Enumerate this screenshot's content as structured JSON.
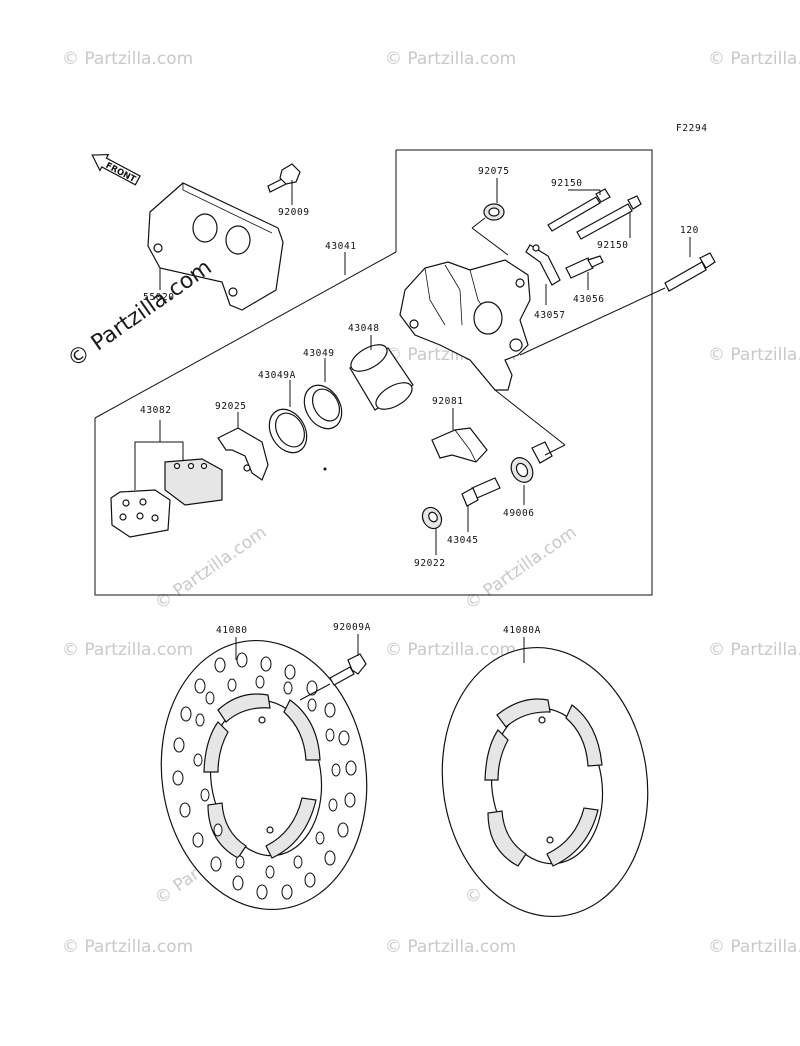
{
  "diagram_code": "F2294",
  "watermark": "© Partzilla.com",
  "front_arrow_label": "FRONT",
  "labels": {
    "p92075": "92075",
    "p92150a": "92150",
    "p92150b": "92150",
    "p120": "120",
    "p92009": "92009",
    "p43041": "43041",
    "p55020": "55020",
    "p43056": "43056",
    "p43057": "43057",
    "p43048": "43048",
    "p43049": "43049",
    "p43049A": "43049A",
    "p43082": "43082",
    "p92025": "92025",
    "p92081": "92081",
    "p49006": "49006",
    "p43045": "43045",
    "p92022": "92022",
    "p41080": "41080",
    "p92009A": "92009A",
    "p41080A": "41080A"
  }
}
